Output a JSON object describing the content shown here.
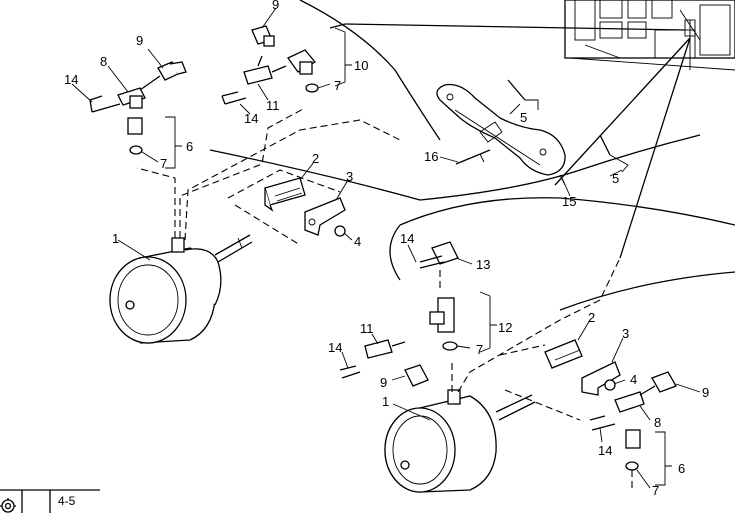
{
  "callouts": {
    "a": {
      "c1": "1",
      "c2": "2",
      "c3": "3",
      "c4": "4",
      "c6": "6",
      "c7a": "7",
      "c7b": "7",
      "c8": "8",
      "c9a": "9",
      "c9b": "9",
      "c10": "10",
      "c11": "11",
      "c14a": "14",
      "c14b": "14"
    },
    "mid": {
      "c5a": "5",
      "c5b": "5",
      "c15": "15",
      "c16": "16"
    },
    "b": {
      "c1": "1",
      "c2": "2",
      "c3": "3",
      "c4": "4",
      "c6": "6",
      "c7a": "7",
      "c7b": "7",
      "c8": "8",
      "c9a": "9",
      "c9b": "9",
      "c11": "11",
      "c12": "12",
      "c13": "13",
      "c14a": "14",
      "c14b": "14"
    }
  },
  "footer": {
    "page_ref": "4-5"
  },
  "icons": {
    "corner": "gear-icon"
  }
}
